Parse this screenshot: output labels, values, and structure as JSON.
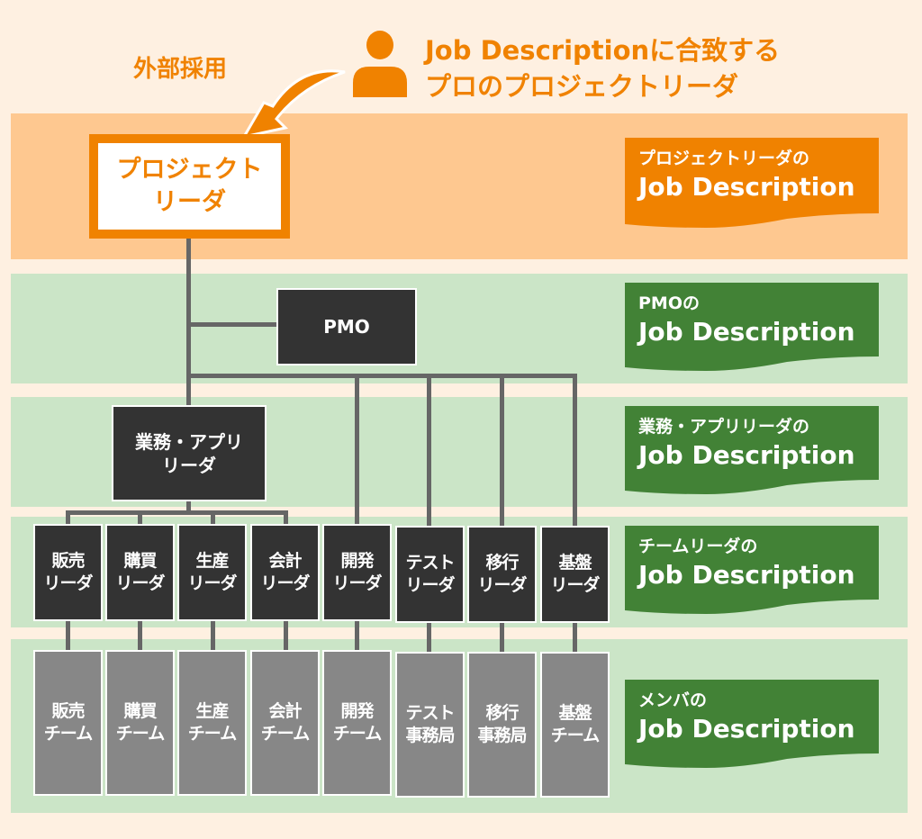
{
  "headline": {
    "line1": "Job Descriptionに合致する",
    "line2": "プロのプロジェクトリーダ",
    "icon": "person-icon"
  },
  "recruit": {
    "label": "外部採用",
    "icon": "curved-arrow-icon"
  },
  "colors": {
    "accent_orange": "#f08200",
    "band_orange": "#fec890",
    "band_green": "#cbe5c7",
    "doc_green": "#428236",
    "node_dark": "#333333",
    "node_gray": "#878787",
    "connector": "#666666",
    "background": "#fef0e1"
  },
  "project_leader": {
    "line1": "プロジェクト",
    "line2": "リーダ"
  },
  "pmo": {
    "label": "PMO"
  },
  "business_app_leader": {
    "line1": "業務・アプリ",
    "line2": "リーダ"
  },
  "team_leaders": [
    {
      "line1": "販売",
      "line2": "リーダ"
    },
    {
      "line1": "購買",
      "line2": "リーダ"
    },
    {
      "line1": "生産",
      "line2": "リーダ"
    },
    {
      "line1": "会計",
      "line2": "リーダ"
    },
    {
      "line1": "開発",
      "line2": "リーダ"
    },
    {
      "line1": "テスト",
      "line2": "リーダ"
    },
    {
      "line1": "移行",
      "line2": "リーダ"
    },
    {
      "line1": "基盤",
      "line2": "リーダ"
    }
  ],
  "teams": [
    {
      "line1": "販売",
      "line2": "チーム"
    },
    {
      "line1": "購買",
      "line2": "チーム"
    },
    {
      "line1": "生産",
      "line2": "チーム"
    },
    {
      "line1": "会計",
      "line2": "チーム"
    },
    {
      "line1": "開発",
      "line2": "チーム"
    },
    {
      "line1": "テスト",
      "line2": "事務局"
    },
    {
      "line1": "移行",
      "line2": "事務局"
    },
    {
      "line1": "基盤",
      "line2": "チーム"
    }
  ],
  "job_descriptions": [
    {
      "sub": "プロジェクトリーダの",
      "main": "Job Description"
    },
    {
      "sub": "PMOの",
      "main": "Job Description"
    },
    {
      "sub": "業務・アプリリーダの",
      "main": "Job Description"
    },
    {
      "sub": "チームリーダの",
      "main": "Job Description"
    },
    {
      "sub": "メンバの",
      "main": "Job Description"
    }
  ]
}
